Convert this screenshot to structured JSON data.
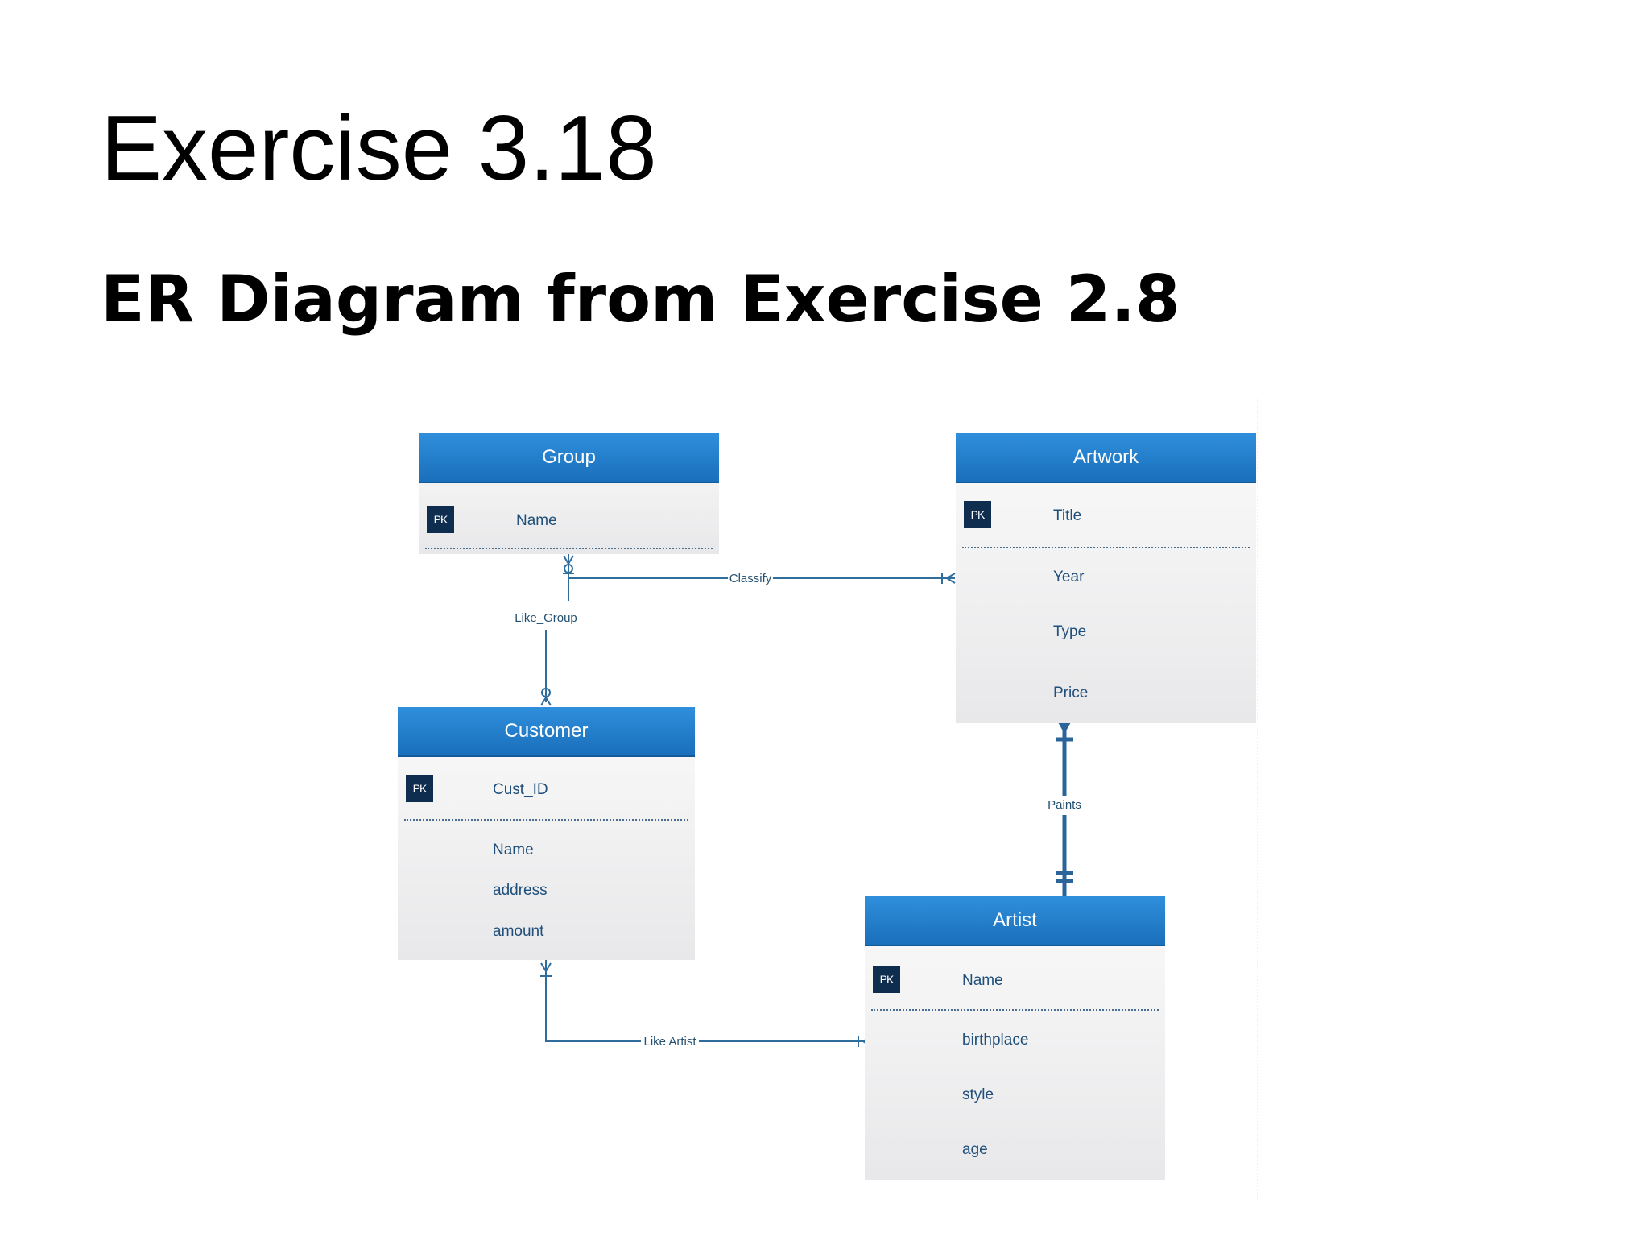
{
  "title": "Exercise 3.18",
  "subtitle": "ER Diagram from Exercise 2.8",
  "entities": {
    "group": {
      "name": "Group",
      "pk": "PK",
      "key": "Name"
    },
    "artwork": {
      "name": "Artwork",
      "pk": "PK",
      "key": "Title",
      "attrs": [
        "Year",
        "Type",
        "Price"
      ]
    },
    "customer": {
      "name": "Customer",
      "pk": "PK",
      "key": "Cust_ID",
      "attrs": [
        "Name",
        "address",
        "amount"
      ]
    },
    "artist": {
      "name": "Artist",
      "pk": "PK",
      "key": "Name",
      "attrs": [
        "birthplace",
        "style",
        "age"
      ]
    }
  },
  "relationships": {
    "classify": "Classify",
    "like_group": "Like_Group",
    "paints": "Paints",
    "like_artist": "Like Artist"
  },
  "colors": {
    "header": "#1f7cc8",
    "line": "#2f6d9c",
    "pk_badge": "#0f2d4f"
  }
}
